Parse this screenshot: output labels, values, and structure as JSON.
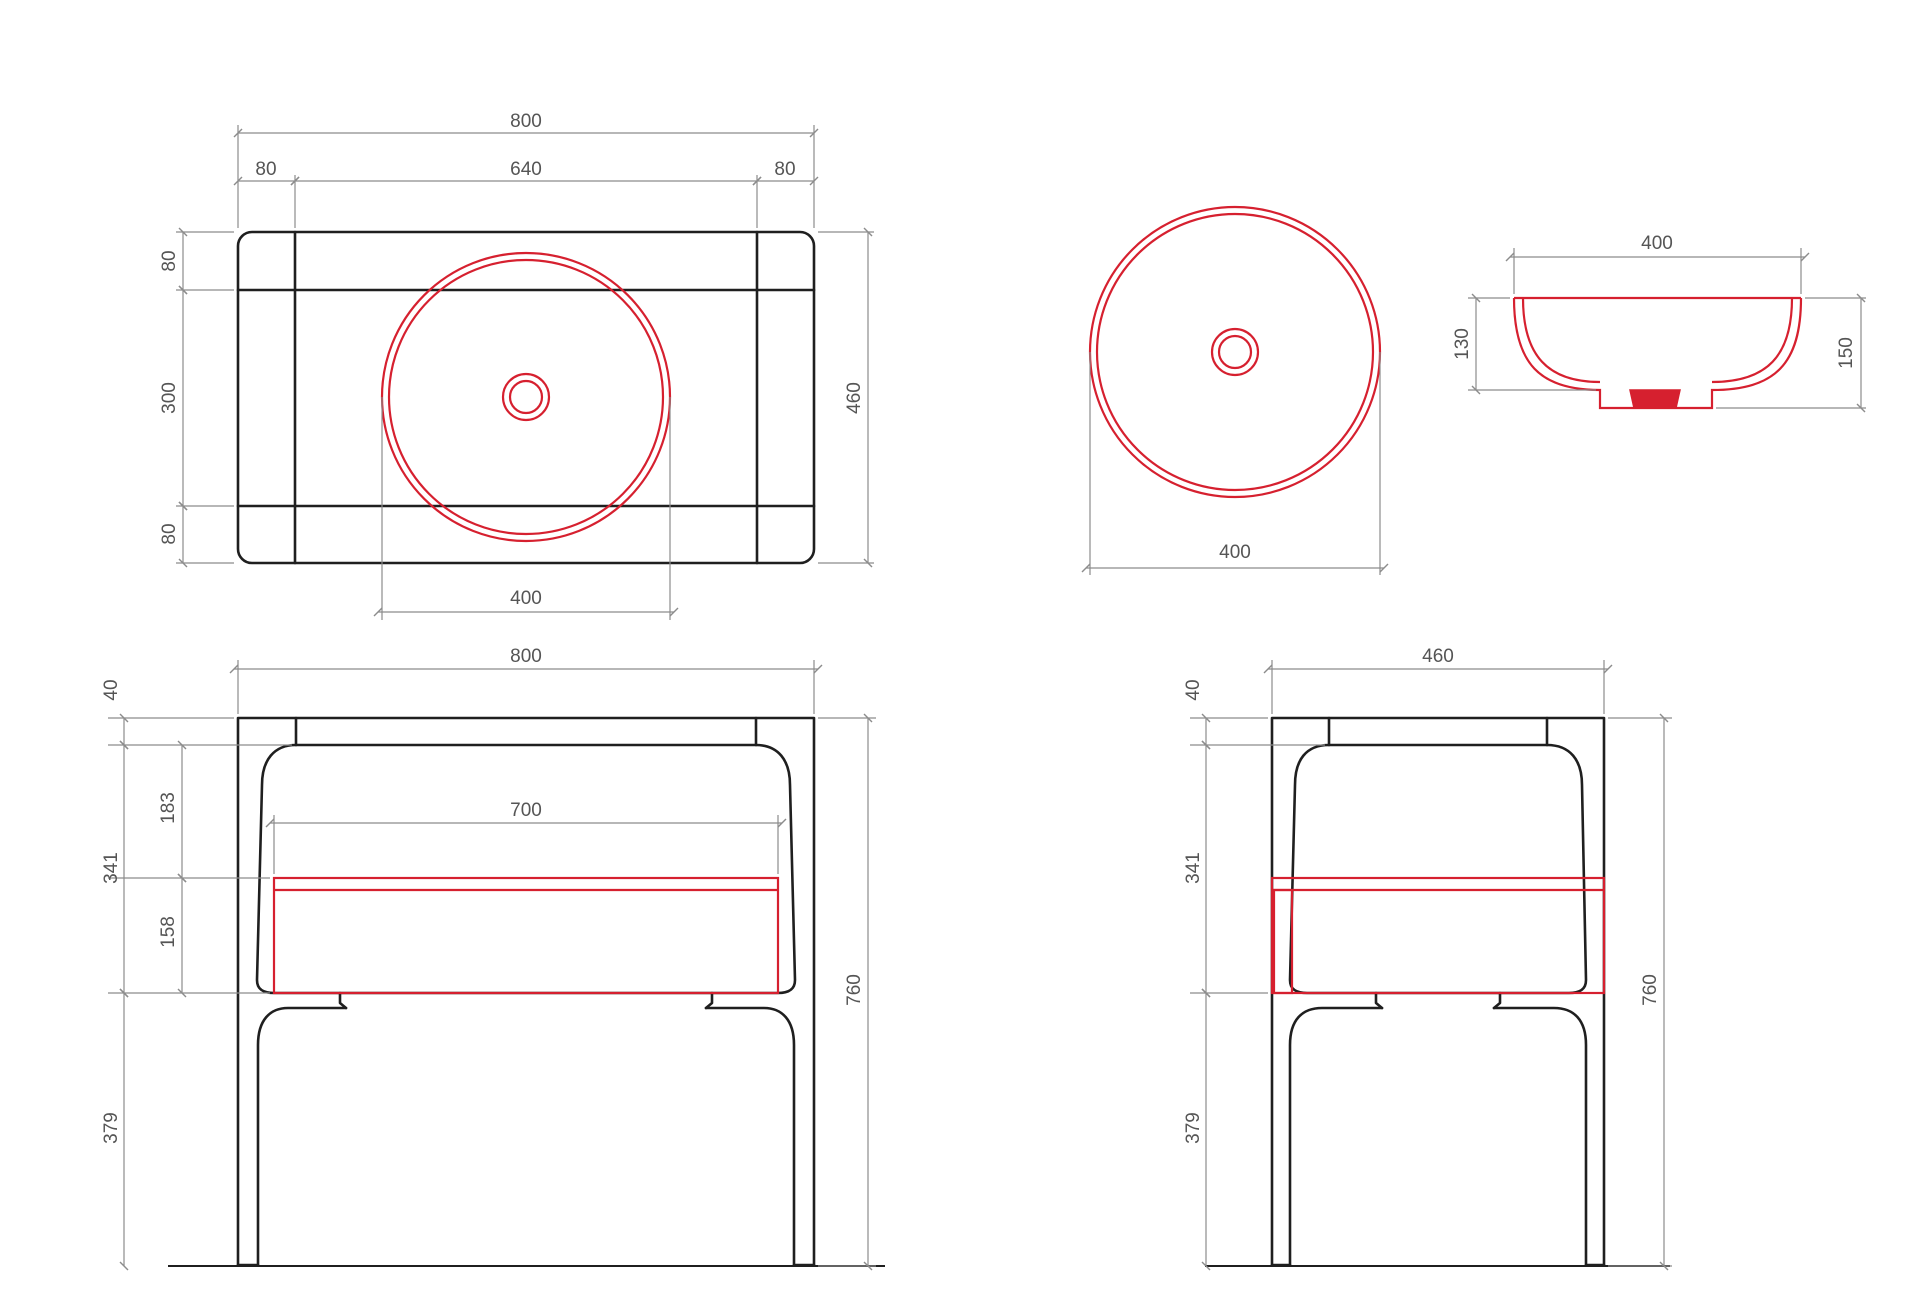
{
  "colors": {
    "outline": "#1f1f1f",
    "basin": "#d6202f",
    "dimension": "#8c8c8c",
    "text": "#555555"
  },
  "top_view": {
    "width_total": "800",
    "width_left": "80",
    "width_center": "640",
    "width_right": "80",
    "height_top": "80",
    "height_middle": "300",
    "height_bottom": "80",
    "height_total": "460",
    "basin_diameter": "400"
  },
  "basin_top_view": {
    "diameter": "400"
  },
  "basin_section": {
    "width": "400",
    "inner_height": "130",
    "outer_height": "150"
  },
  "front_view": {
    "width_total": "800",
    "top_thickness": "40",
    "cabinet_height": "341",
    "upper_gap": "183",
    "drawer_height": "158",
    "leg_height": "379",
    "total_height": "760",
    "drawer_width": "700"
  },
  "side_view": {
    "depth_total": "460",
    "top_thickness": "40",
    "cabinet_height": "341",
    "leg_height": "379",
    "total_height": "760"
  }
}
